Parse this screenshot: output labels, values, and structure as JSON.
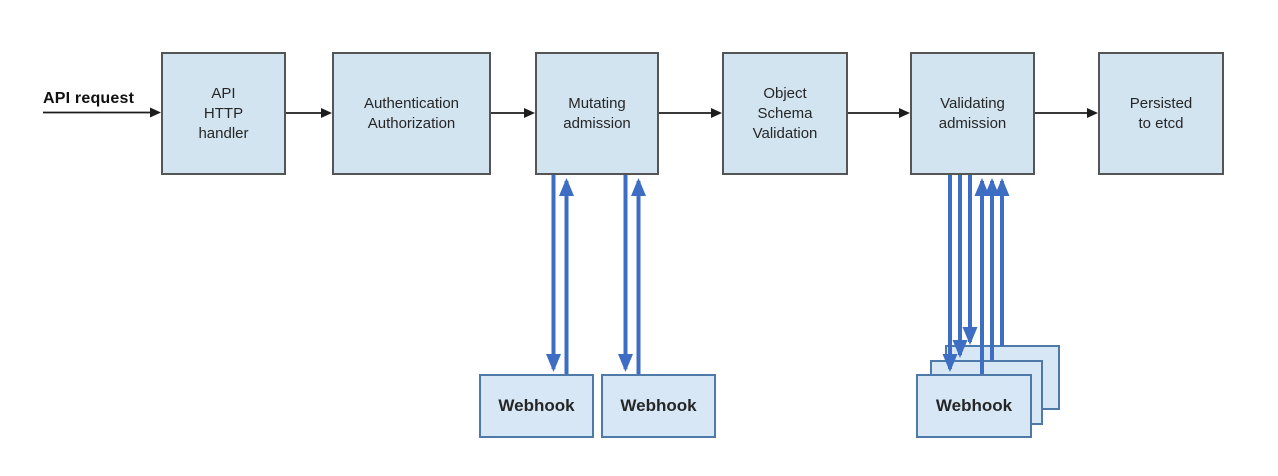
{
  "labels": {
    "api_request": "API request"
  },
  "nodes": [
    {
      "id": "api-http-handler",
      "lines": [
        "API",
        "HTTP",
        "handler"
      ]
    },
    {
      "id": "authentication-authorization",
      "lines": [
        "Authentication",
        "Authorization"
      ]
    },
    {
      "id": "mutating-admission",
      "lines": [
        "Mutating",
        "admission"
      ]
    },
    {
      "id": "object-schema-validation",
      "lines": [
        "Object",
        "Schema",
        "Validation"
      ]
    },
    {
      "id": "validating-admission",
      "lines": [
        "Validating",
        "admission"
      ]
    },
    {
      "id": "persisted-to-etcd",
      "lines": [
        "Persisted",
        "to etcd"
      ]
    }
  ],
  "webhooks": {
    "mutating": [
      {
        "label": "Webhook"
      },
      {
        "label": "Webhook"
      }
    ],
    "validating_stack": [
      {
        "label": "Webhook"
      },
      {
        "label": "Webhook"
      },
      {
        "label": "Webhook"
      }
    ]
  },
  "colors": {
    "node_fill": "#d3e4f1",
    "node_border": "#555555",
    "webhook_fill": "#d7e7f5",
    "webhook_border": "#4d7aa8",
    "black_arrow": "#1c1c1c",
    "blue_arrow": "#3e6ec4",
    "text": "#262626"
  }
}
